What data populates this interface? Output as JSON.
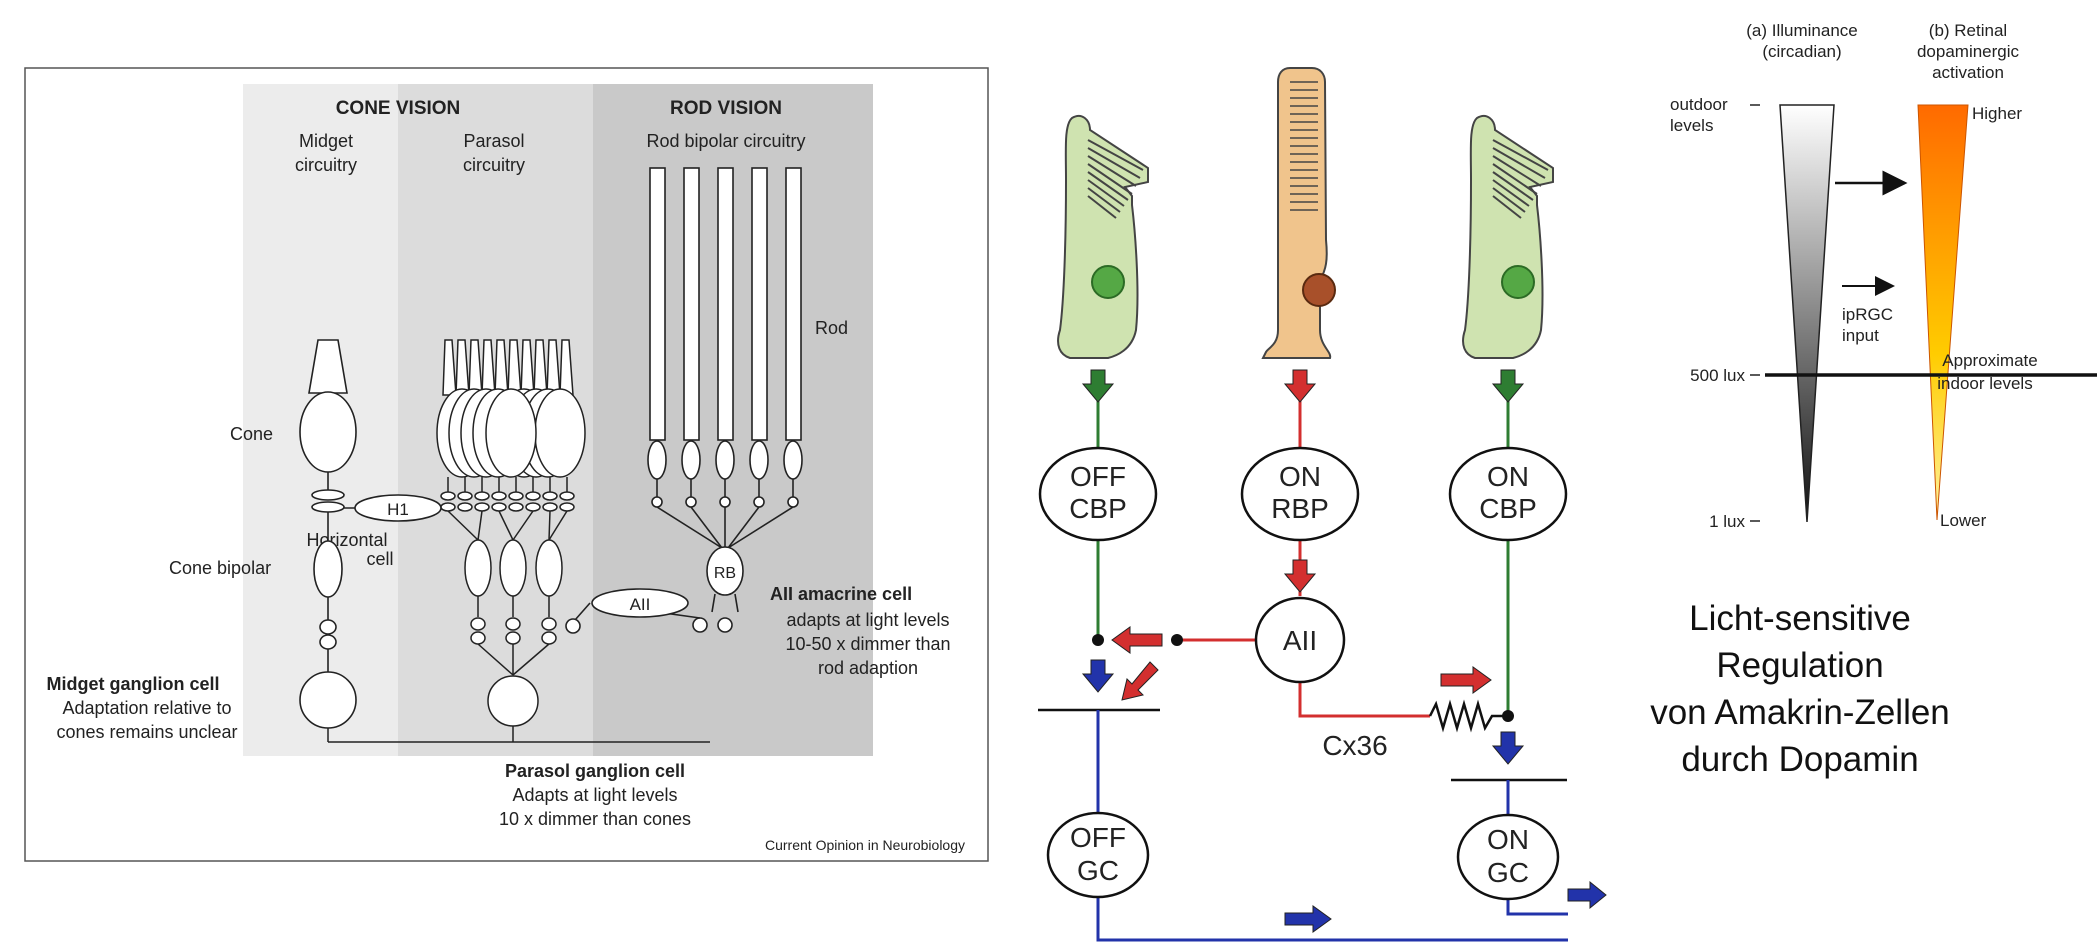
{
  "panel_left": {
    "cone_vision": "CONE VISION",
    "rod_vision": "ROD VISION",
    "midget_circuitry": [
      "Midget",
      "circuitry"
    ],
    "parasol_circuitry": [
      "Parasol",
      "circuitry"
    ],
    "rod_bipolar_circuitry": "Rod bipolar circuitry",
    "rod": "Rod",
    "cone": "Cone",
    "h1": "H1",
    "horizontal_cell": [
      "Horizontal",
      "cell"
    ],
    "cone_bipolar": "Cone bipolar",
    "rb": "RB",
    "aii": "AII",
    "aii_title": "AII amacrine cell",
    "aii_desc": [
      "adapts at light levels",
      "10-50 x dimmer than",
      "rod adaption"
    ],
    "midget_gc_title": "Midget ganglion cell",
    "midget_gc_desc": [
      "Adaptation relative to",
      "cones remains unclear"
    ],
    "parasol_gc_title": "Parasol ganglion cell",
    "parasol_gc_desc": [
      "Adapts at light levels",
      "10 x dimmer than cones"
    ],
    "source": "Current Opinion in Neurobiology"
  },
  "panel_middle": {
    "off_cbp": [
      "OFF",
      "CBP"
    ],
    "on_rbp": [
      "ON",
      "RBP"
    ],
    "on_cbp": [
      "ON",
      "CBP"
    ],
    "aii": "AII",
    "cx36": "Cx36",
    "off_gc": [
      "OFF",
      "GC"
    ],
    "on_gc": [
      "ON",
      "GC"
    ],
    "colors": {
      "cone_green": "#cfe3b0",
      "rod_orange": "#f0c48c",
      "off_pathway": "#2e7d32",
      "rod_pathway": "#d32f2f",
      "output": "#2233aa"
    }
  },
  "panel_right": {
    "a_label": [
      "(a) Illuminance",
      "(circadian)"
    ],
    "b_label": [
      "(b) Retinal",
      "dopaminergic",
      "activation"
    ],
    "outdoor": [
      "outdoor",
      "levels"
    ],
    "lux500": "500 lux",
    "lux1": "1 lux",
    "higher": "Higher",
    "lower": "Lower",
    "iprgc": [
      "ipRGC",
      "input"
    ],
    "approx": [
      "Approximate",
      "indoor levels"
    ]
  },
  "caption": [
    "Licht-sensitive",
    "Regulation",
    "von Amakrin-Zellen",
    "durch Dopamin"
  ]
}
